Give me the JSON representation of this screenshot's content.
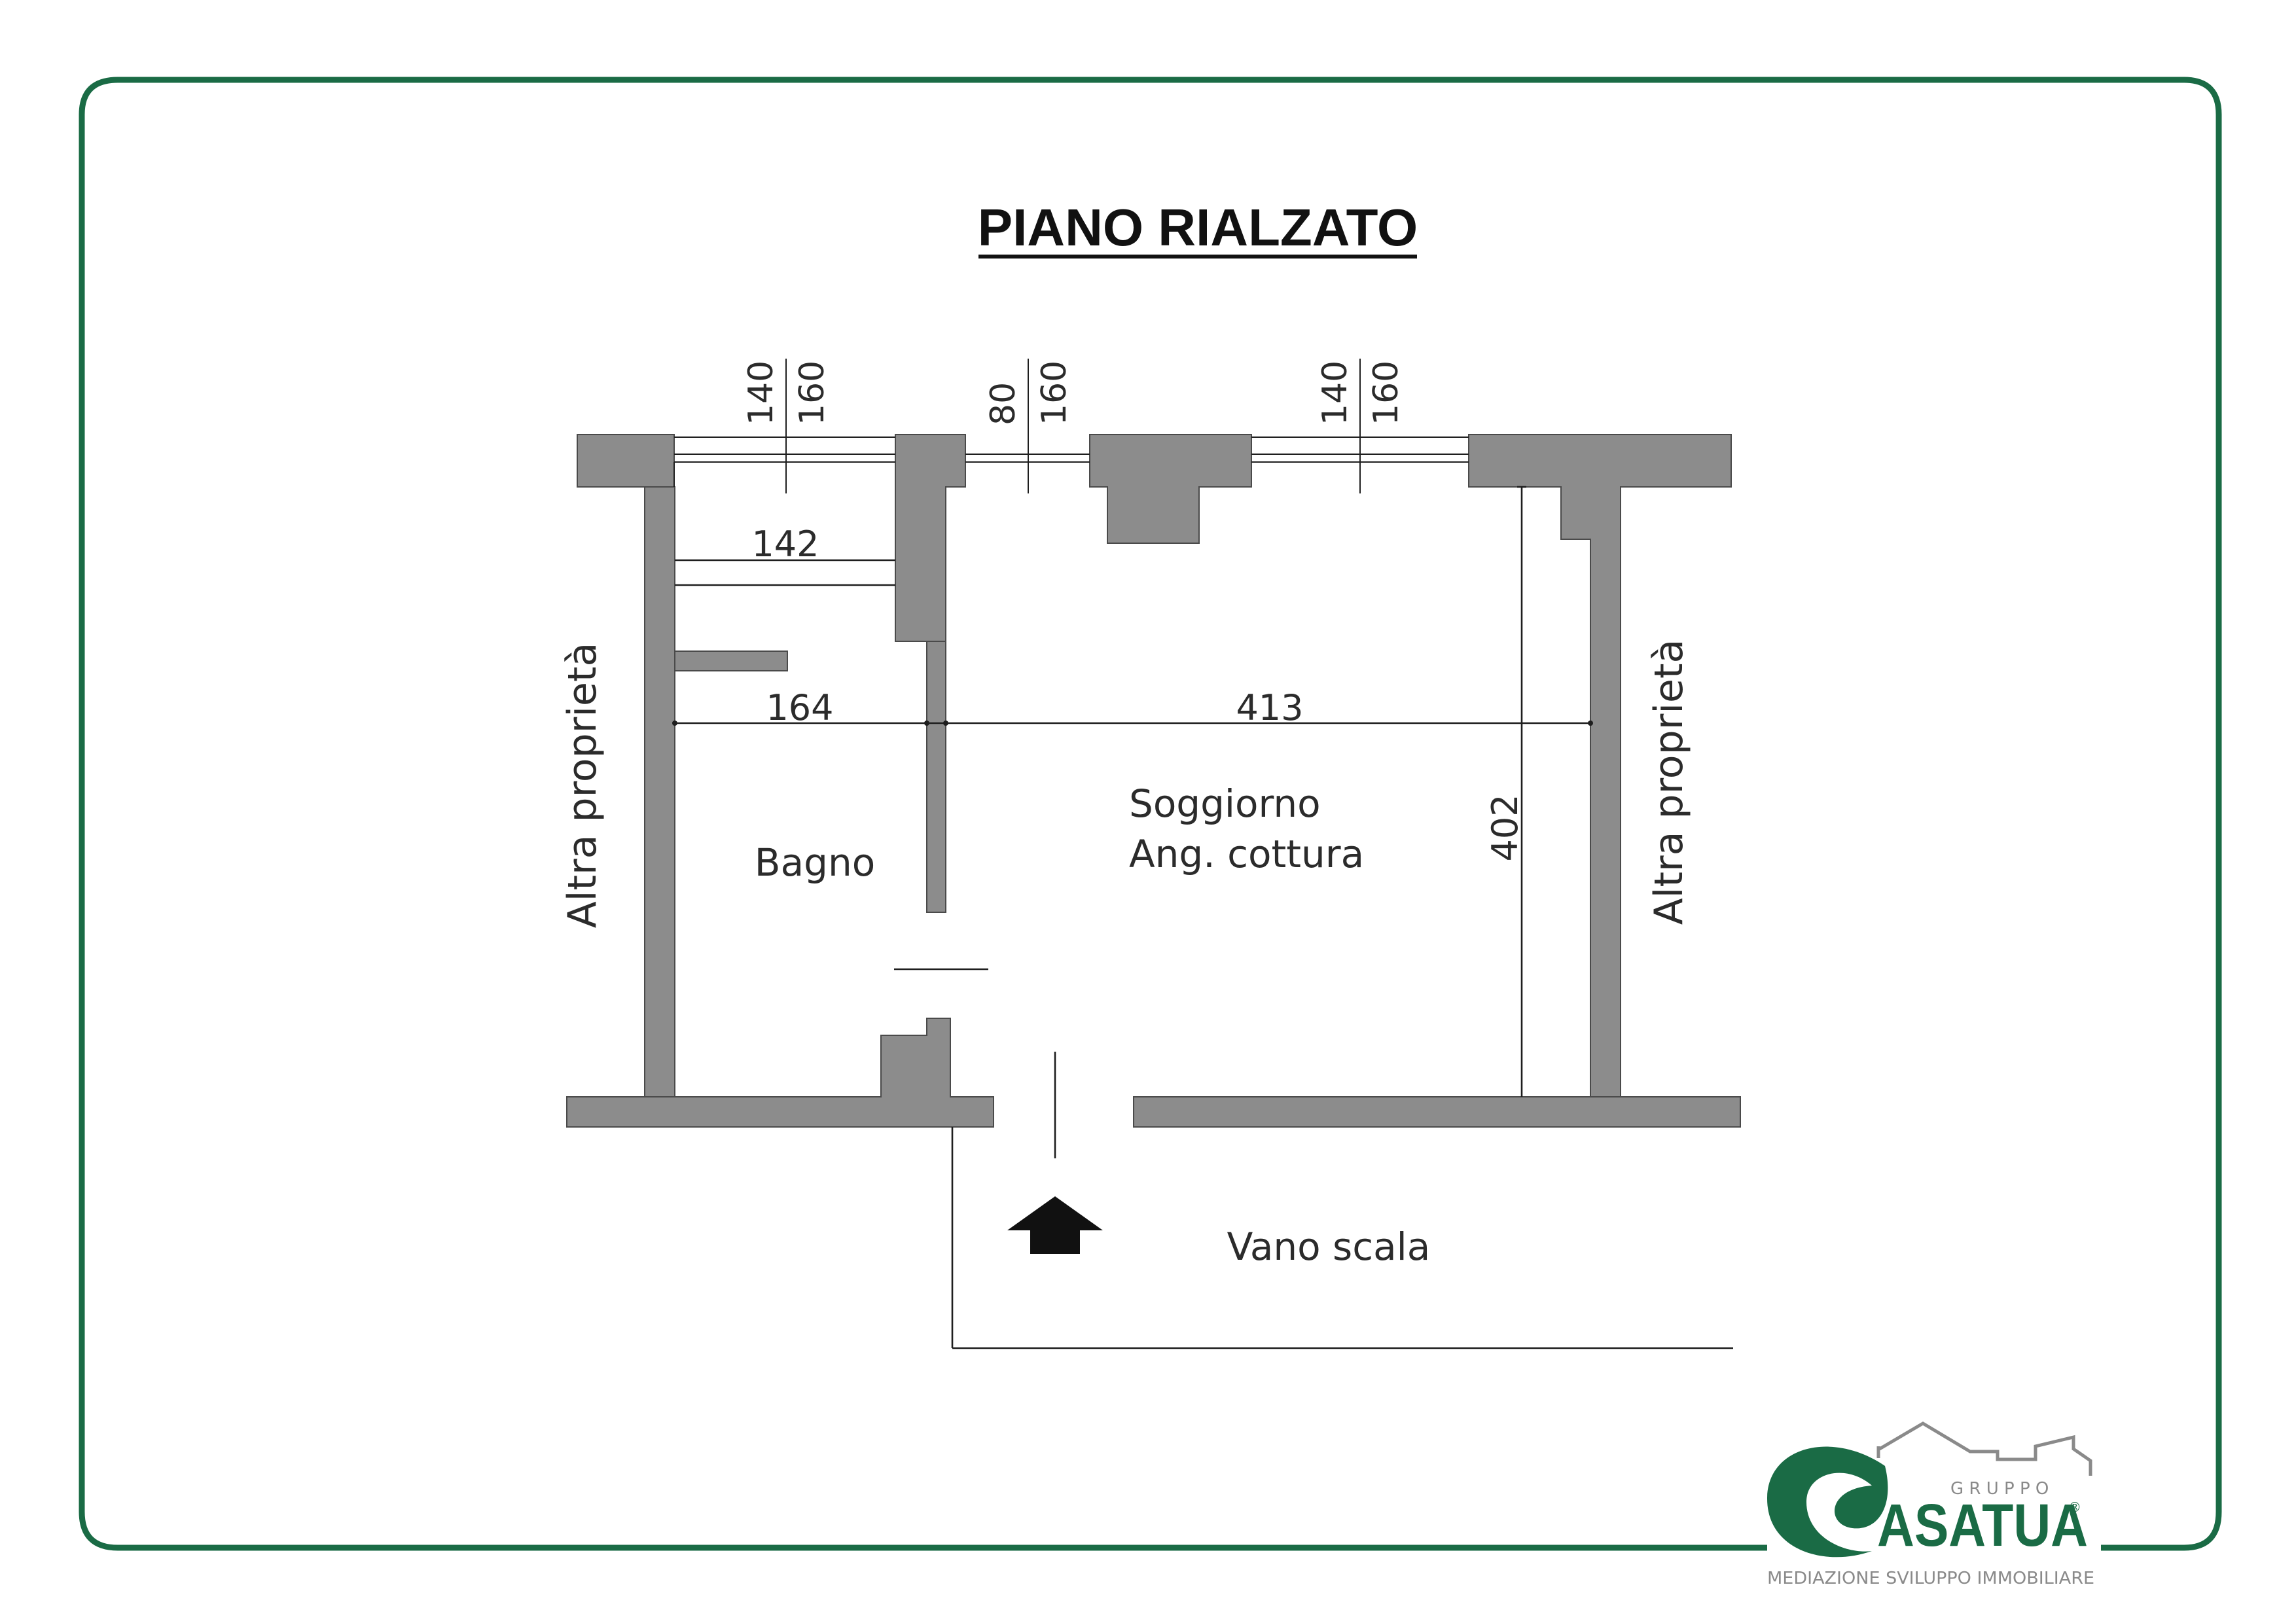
{
  "title": "PIANO RIALZATO",
  "colors": {
    "frame": "#1a6b45",
    "wall": "#8c8c8c",
    "line": "#1e1e1e",
    "text": "#2b2b2b",
    "logo_green": "#1a6b45",
    "logo_gray": "#8a8a8a"
  },
  "labels": {
    "left_side": "Altra proprietà",
    "right_side": "Altra proprietà",
    "bathroom": "Bagno",
    "living_1": "Soggiorno",
    "living_2": "Ang. cottura",
    "stairwell": "Vano scala"
  },
  "dimensions": {
    "win1_a": "140",
    "win1_b": "160",
    "win2_a": "80",
    "win2_b": "160",
    "win3_a": "140",
    "win3_b": "160",
    "bath_upper_width": "142",
    "bath_width": "164",
    "living_width": "413",
    "depth": "402"
  },
  "logo": {
    "word": "ASATUA",
    "group": "G R U P P O",
    "tagline": "MEDIAZIONE SVILUPPO IMMOBILIARE",
    "registered": "®",
    "icon": "house-roofline-icon"
  },
  "icons": {
    "entrance": "entrance-arrow-icon"
  }
}
